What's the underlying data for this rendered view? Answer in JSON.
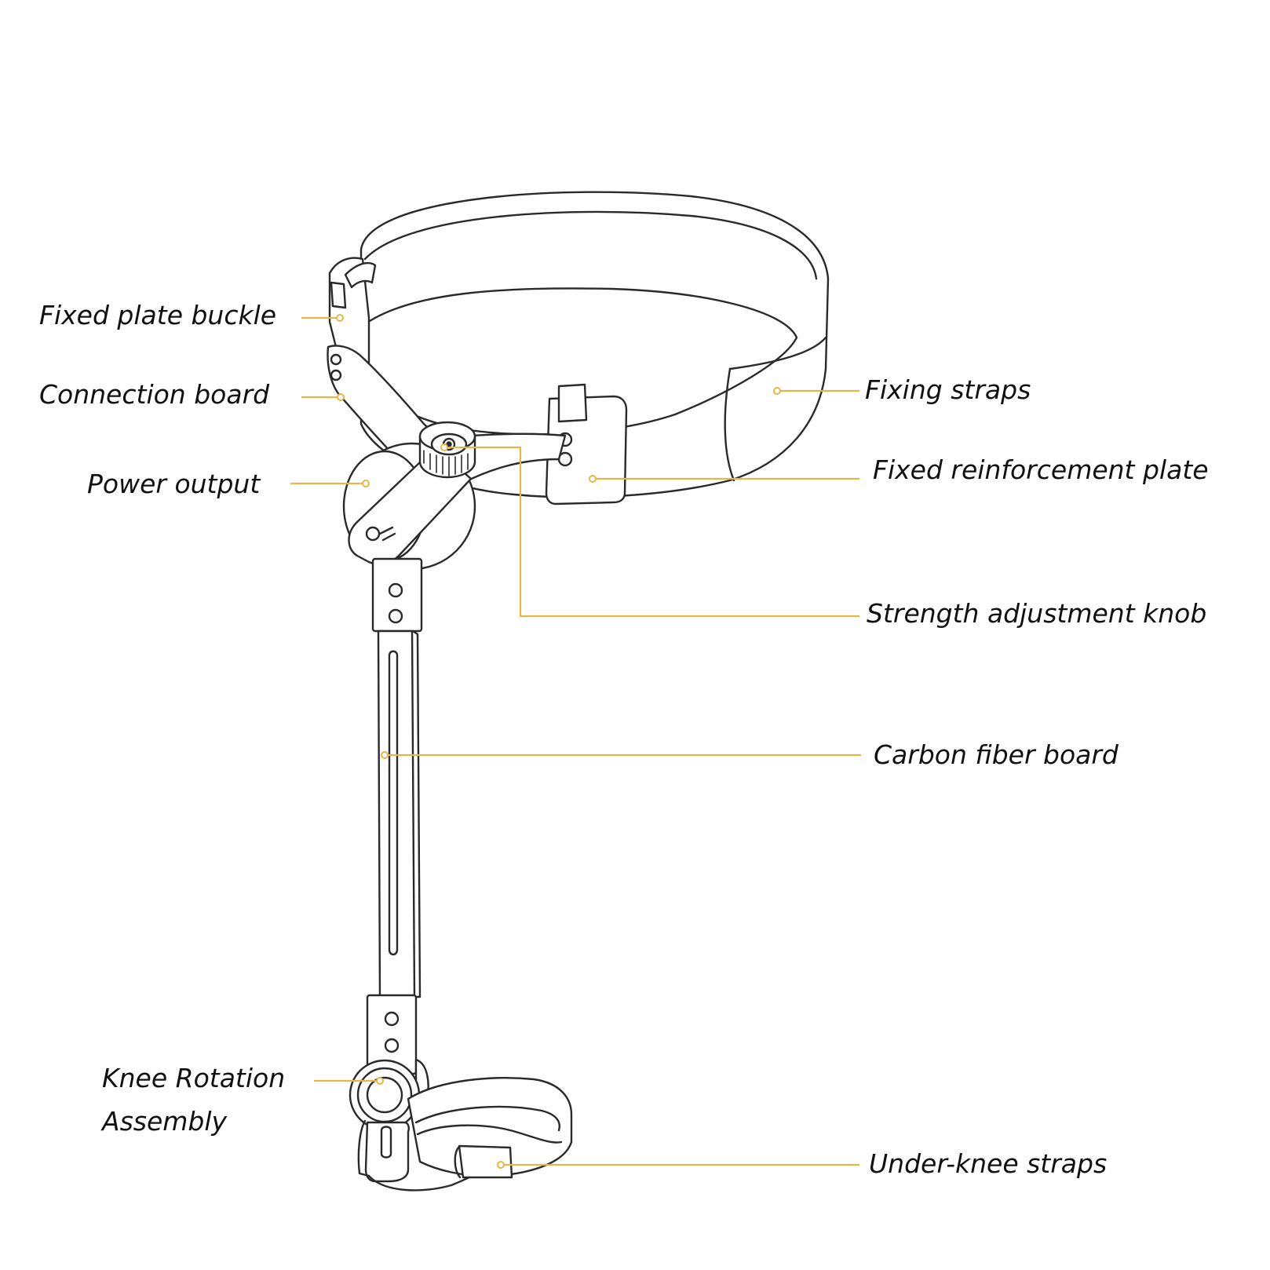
{
  "colors": {
    "background": "#ffffff",
    "outline": "#2a2a2a",
    "leader": "#e8b548",
    "text": "#111111"
  },
  "labels": {
    "fixed_plate_buckle": "Fixed plate buckle",
    "connection_board": "Connection board",
    "power_output": "Power output",
    "fixing_straps": "Fixing straps",
    "fixed_reinforcement_plate": "Fixed reinforcement plate",
    "strength_adjustment_knob": "Strength adjustment knob",
    "carbon_fiber_board": "Carbon fiber board",
    "knee_rotation_assembly_line1": "Knee Rotation",
    "knee_rotation_assembly_line2": "Assembly",
    "under_knee_straps": "Under-knee straps"
  }
}
